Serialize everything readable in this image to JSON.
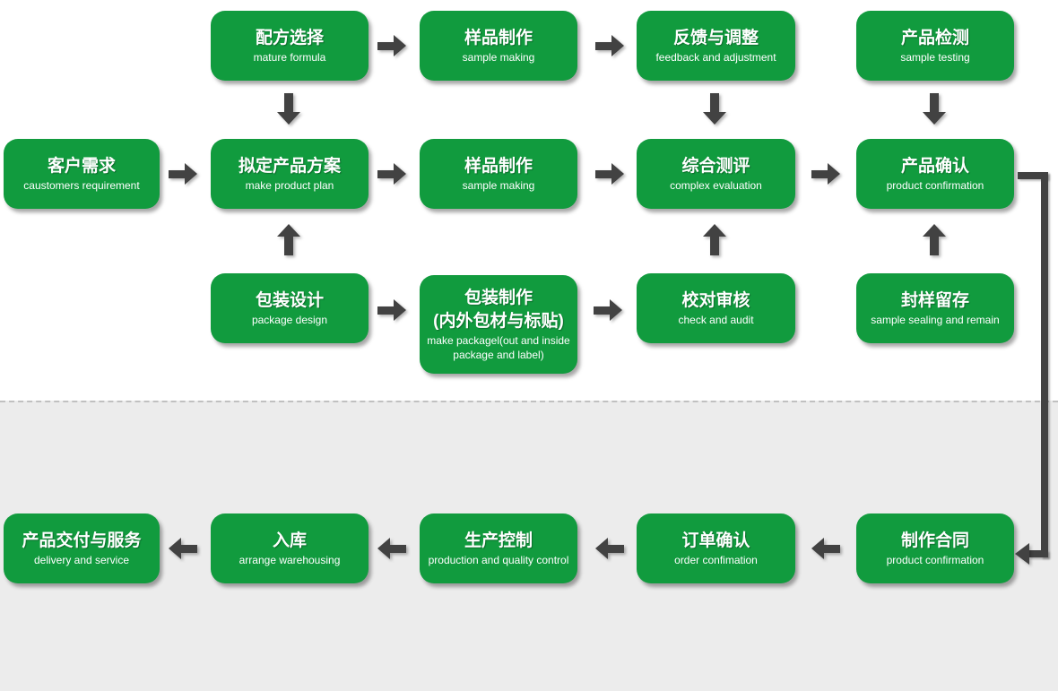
{
  "colors": {
    "box_green": "#119b3e",
    "arrow_gray": "#424242",
    "lower_bg": "#ececec",
    "dash_gray": "#c0c0c0"
  },
  "flow": {
    "row1": [
      {
        "zh": "配方选择",
        "en": "mature formula"
      },
      {
        "zh": "样品制作",
        "en": "sample making"
      },
      {
        "zh": "反馈与调整",
        "en": "feedback and adjustment"
      },
      {
        "zh": "产品检测",
        "en": "sample testing"
      }
    ],
    "row2": [
      {
        "zh": "客户需求",
        "en": "caustomers requirement"
      },
      {
        "zh": "拟定产品方案",
        "en": "make product plan"
      },
      {
        "zh": "样品制作",
        "en": "sample making"
      },
      {
        "zh": "综合测评",
        "en": "complex evaluation"
      },
      {
        "zh": "产品确认",
        "en": "product confirmation"
      }
    ],
    "row3": [
      {
        "zh": "包装设计",
        "en": "package design"
      },
      {
        "zh": "包装制作",
        "zh2": "(内外包材与标贴)",
        "en": "make packagel(out and inside package and label)"
      },
      {
        "zh": "校对审核",
        "en": "check and audit"
      },
      {
        "zh": "封样留存",
        "en": "sample sealing and remain"
      }
    ],
    "row4": [
      {
        "zh": "产品交付与服务",
        "en": "delivery and service"
      },
      {
        "zh": "入库",
        "en": "arrange warehousing"
      },
      {
        "zh": "生产控制",
        "en": "production and quality control"
      },
      {
        "zh": "订单确认",
        "en": "order confimation"
      },
      {
        "zh": "制作合同",
        "en": "product confirmation"
      }
    ]
  }
}
